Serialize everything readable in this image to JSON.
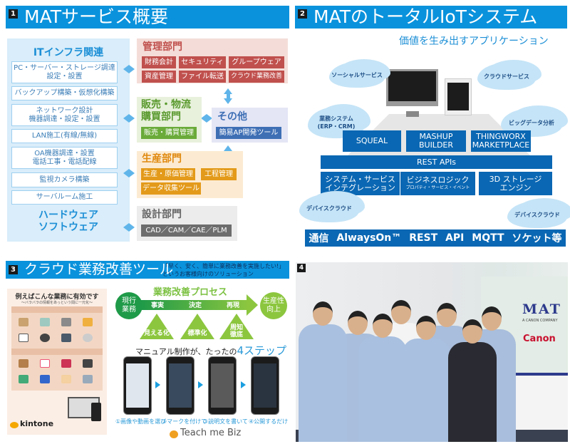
{
  "panel1": {
    "num": "1",
    "title": "MATサービス概要",
    "it": {
      "title": "ITインフラ関連",
      "items": [
        "PC・サーバー・ストレージ調達\n設定・設置",
        "バックアップ構築・仮想化構築",
        "ネットワーク設計\n機器調達・設定・設置",
        "LAN施工(有線/無線)",
        "OA機器調達・設置\n電話工事・電話配線",
        "監視カメラ構築",
        "サーバルーム施工"
      ],
      "footer": "ハードウェア\nソフトウェア"
    },
    "kanri": {
      "title": "管理部門",
      "tags": [
        "財務会計",
        "セキュリティ",
        "グループウェア",
        "資産管理",
        "ファイル転送",
        "クラウド業務改善"
      ]
    },
    "hanbai": {
      "title": "販売・物流\n購買部門",
      "tags": [
        "販売・購買管理"
      ]
    },
    "sonota": {
      "title": "その他",
      "tags": [
        "簡易AP開発ツール"
      ]
    },
    "seisan": {
      "title": "生産部門",
      "tags": [
        "生産・原価管理",
        "工程管理",
        "データ収集ツール"
      ]
    },
    "sekkei": {
      "title": "設計部門",
      "tags": [
        "CAD／CAM／CAE／PLM"
      ]
    },
    "colors": {
      "header": "#0a92dc",
      "kanri": "#c0504d",
      "hanbai": "#6aab3a",
      "sonota": "#3e6fb5",
      "seisan": "#e39a1a",
      "sekkei": "#6d6d6d"
    }
  },
  "panel2": {
    "num": "2",
    "title": "MATのトータルIoTシステム",
    "subtitle": "価値を生み出すアプリケーション",
    "clouds": [
      "ソーシャルサービス",
      "クラウドサービス",
      "業務システム\n(ERP・CRM)",
      "ビッグデータ分析",
      "デバイスクラウド",
      "デバイスクラウド"
    ],
    "apps": [
      "SQUEAL",
      "MASHUP\nBUILDER",
      "THINGWORX\nMARKETPLACE"
    ],
    "rest": "REST APIs",
    "layers": [
      {
        "label": "システム・サービス\nインテグレーション"
      },
      {
        "label": "ビジネスロジック",
        "sub": "プロパティ・サービス・イベント"
      },
      {
        "label": "3D ストレージ\nエンジン"
      }
    ],
    "protocols": [
      "通信",
      "AlwaysOn™",
      "REST",
      "API",
      "MQTT",
      "ソケット等"
    ]
  },
  "panel3": {
    "num": "3",
    "title": "クラウド業務改善ツール",
    "quote": "「早く、安く、簡単に業務改善を実施したい!」\nというお客様向けのソリューション",
    "poster": {
      "title": "例えばこんな業務に有効です",
      "subtitle": "〜バラバラの情報をあっという間に一元化〜",
      "brand": "kintone"
    },
    "process": {
      "title": "業務改善プロセス",
      "start": "現行\n業務",
      "end": "生産性\n向上",
      "steps": [
        "事実",
        "決定",
        "再現"
      ],
      "pillars": [
        "見える化",
        "標準化",
        "周知\n徹底"
      ]
    },
    "steps_title": "マニュアル制作が、たったの",
    "steps_highlight": "4ステップ",
    "steps": [
      "①画像や動画を選び",
      "②マークを付けて",
      "③説明文を書いて",
      "④公開するだけ"
    ],
    "logo": "Teach me Biz"
  },
  "panel4": {
    "num": "4",
    "sign": {
      "brand": "MAT",
      "sub": "A CANON COMPANY",
      "canon": "Canon"
    }
  }
}
